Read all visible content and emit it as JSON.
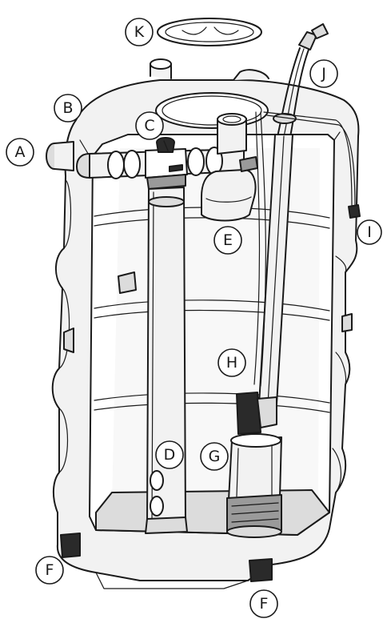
{
  "callouts": [
    {
      "label": "A"
    },
    {
      "label": "B"
    },
    {
      "label": "C"
    },
    {
      "label": "D"
    },
    {
      "label": "E"
    },
    {
      "label": "F"
    },
    {
      "label": "F"
    },
    {
      "label": "G"
    },
    {
      "label": "H"
    },
    {
      "label": "I"
    },
    {
      "label": "J"
    },
    {
      "label": "K"
    }
  ]
}
